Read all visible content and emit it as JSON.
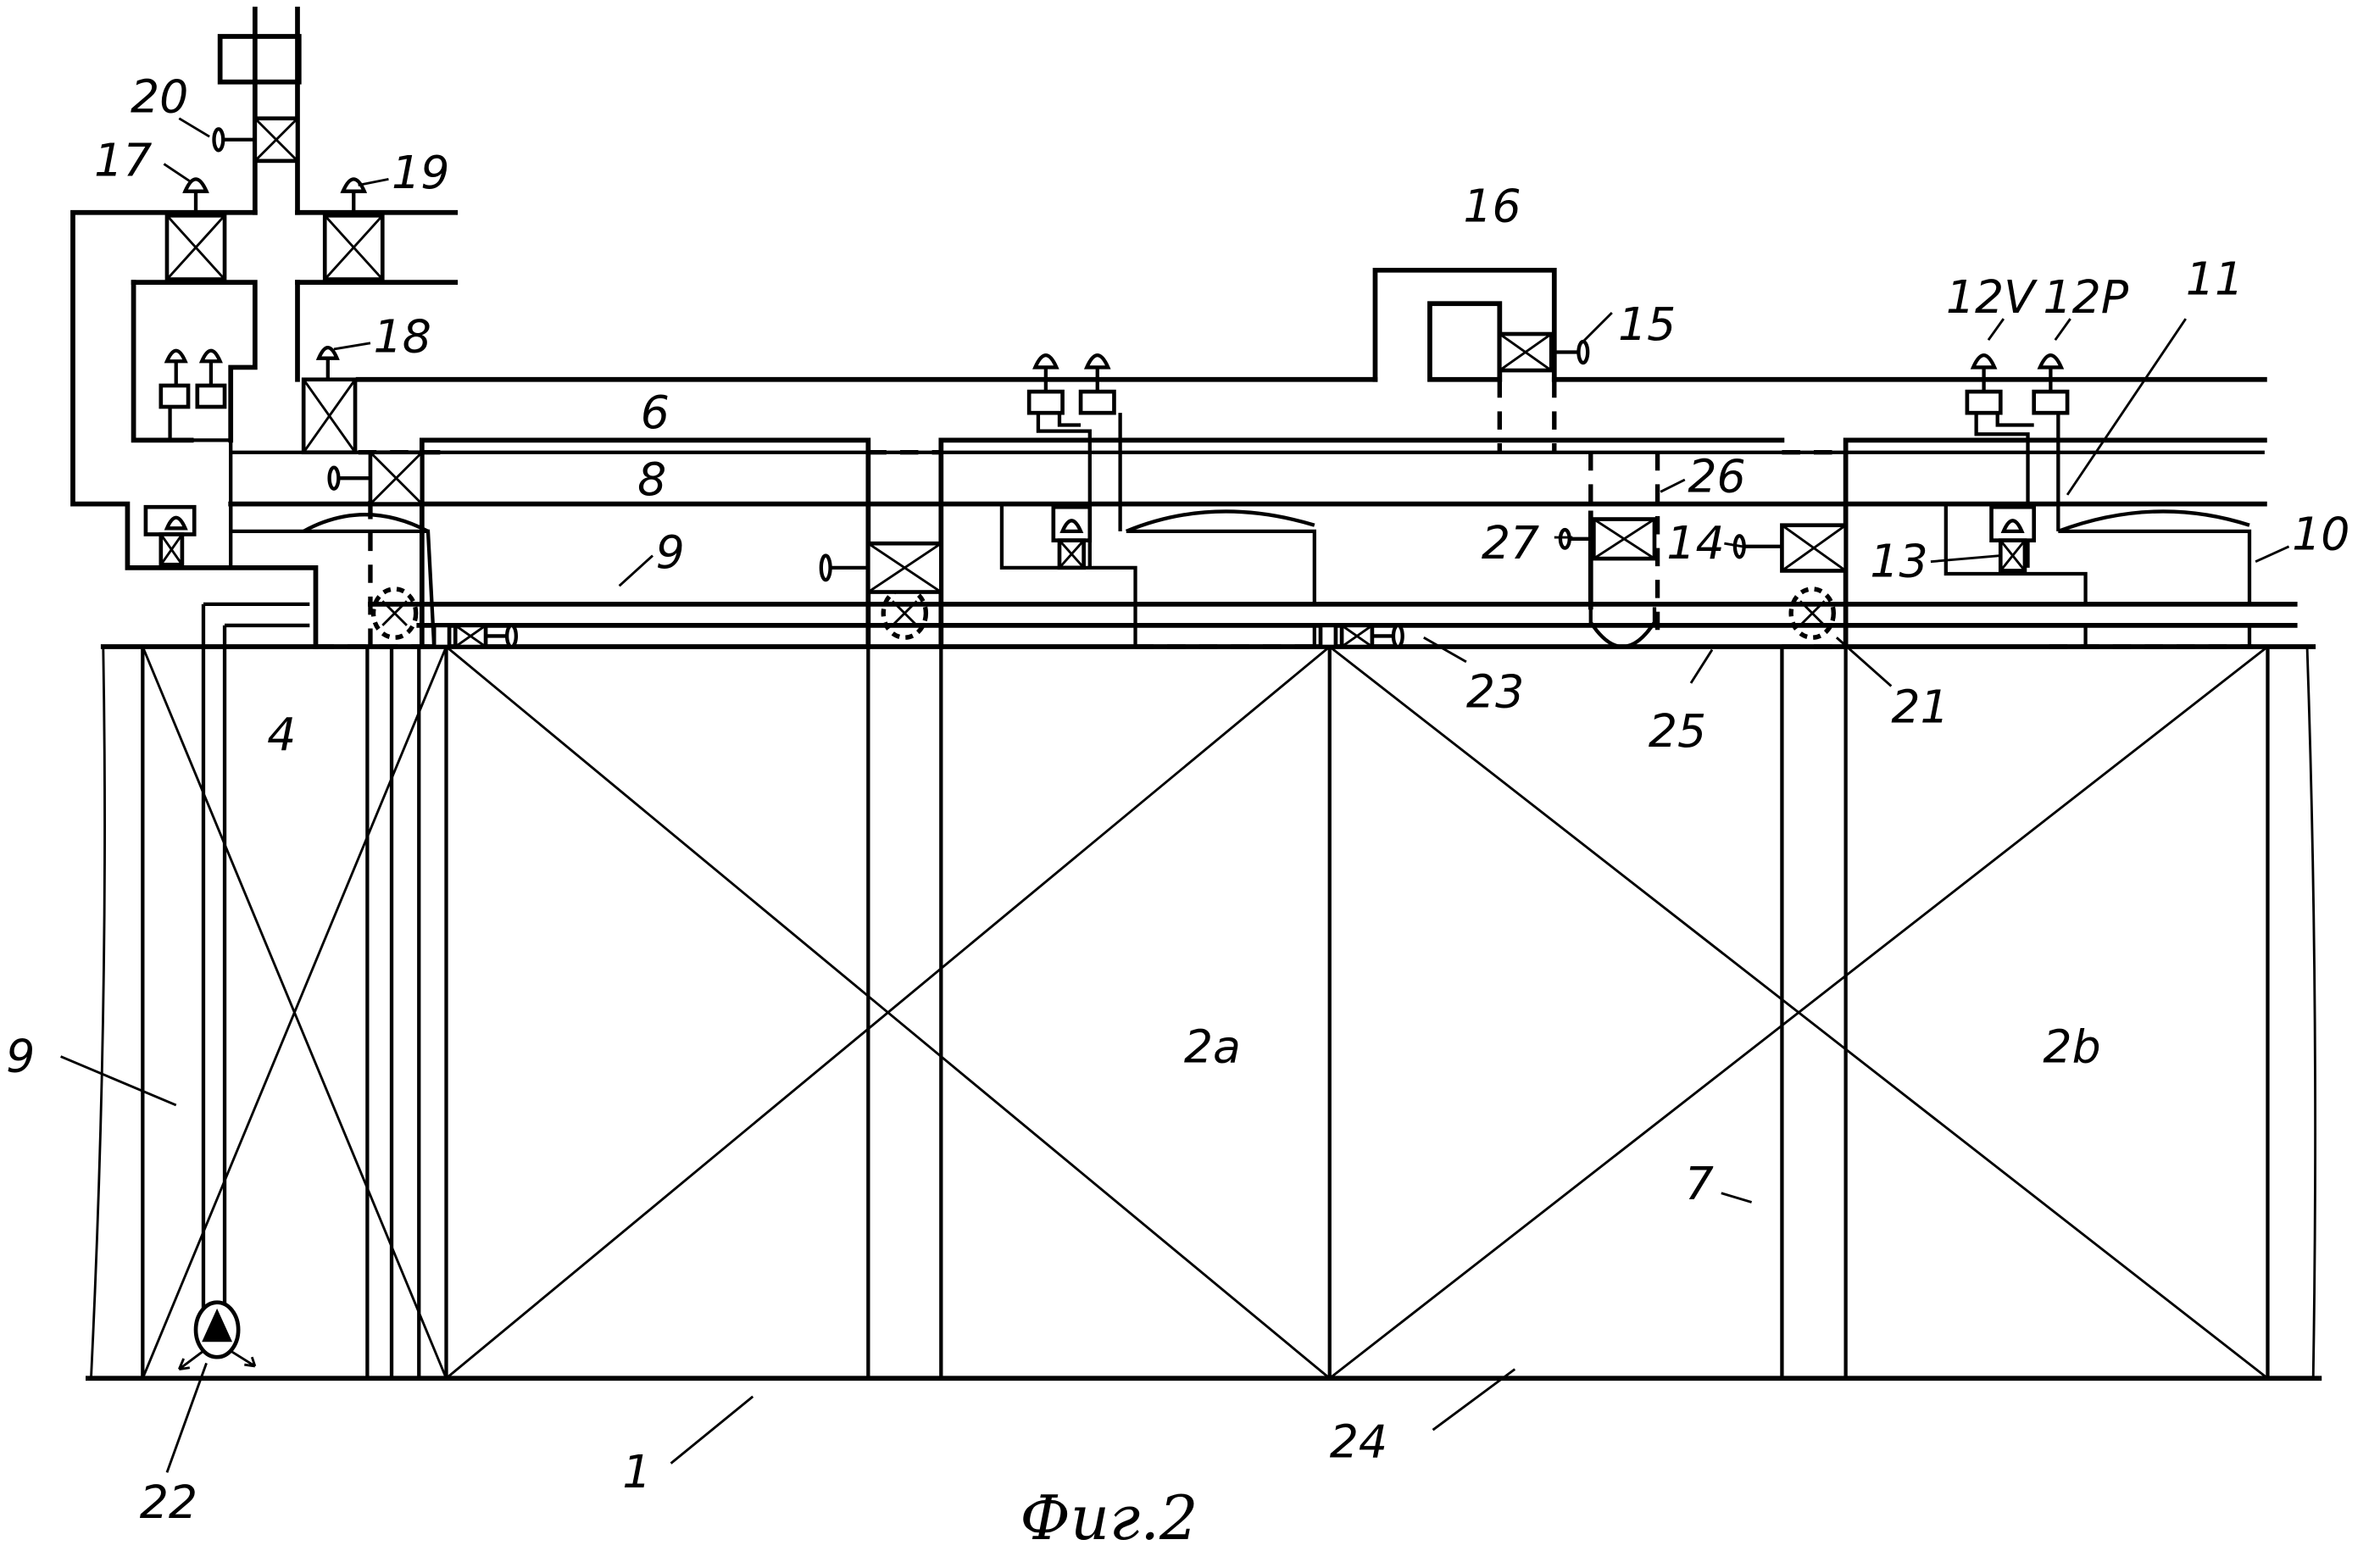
{
  "figure": {
    "caption": "Фиг.2",
    "line_color": "#000000",
    "background_color": "#ffffff"
  },
  "labels": {
    "l1": "1",
    "l2a": "2a",
    "l2b": "2b",
    "l4": "4",
    "l6": "6",
    "l7": "7",
    "l8": "8",
    "l9a": "9",
    "l9b": "9",
    "l10": "10",
    "l11": "11",
    "l12v": "12V",
    "l12p": "12P",
    "l13": "13",
    "l14": "14",
    "l15": "15",
    "l16": "16",
    "l17": "17",
    "l18": "18",
    "l19": "19",
    "l20": "20",
    "l21": "21",
    "l22": "22",
    "l23": "23",
    "l24": "24",
    "l25": "25",
    "l26": "26",
    "l27": "27"
  },
  "icons": {
    "valve": "gate-valve-icon",
    "handwheel": "valve-handle-icon",
    "pump": "submersible-pump-icon",
    "dome": "tank-dome-icon"
  }
}
